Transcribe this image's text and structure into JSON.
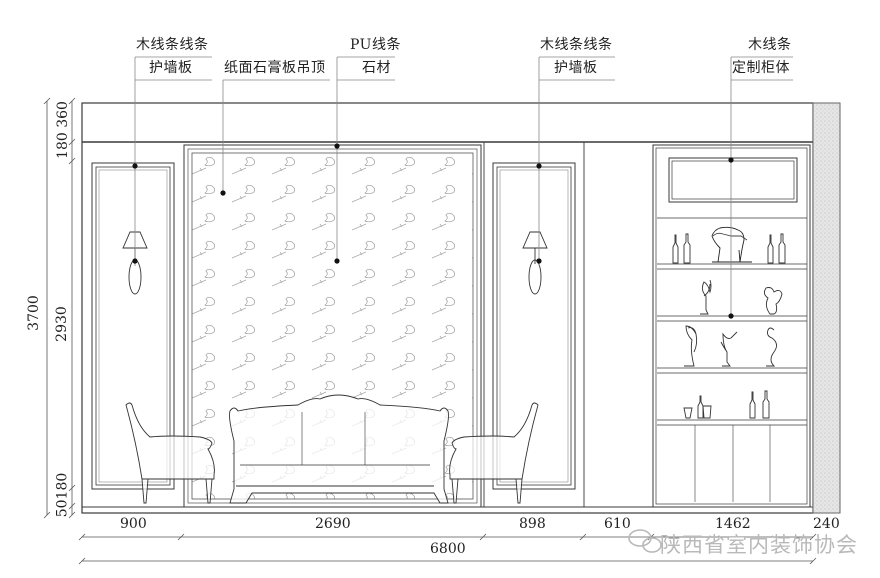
{
  "drawing": {
    "type": "interior wall elevation",
    "callouts": [
      {
        "id": "left-wainscot",
        "line1": "木线条线条",
        "line2": "护墙板"
      },
      {
        "id": "ceiling",
        "line1": "",
        "line2": "纸面石膏板吊顶"
      },
      {
        "id": "center-stone",
        "line1": "PU线条",
        "line2": "石材"
      },
      {
        "id": "right-wainscot",
        "line1": "木线条线条",
        "line2": "护墙板"
      },
      {
        "id": "cabinet",
        "line1": "木线条",
        "line2": "定制柜体"
      }
    ],
    "vertical_dimensions": {
      "total": "3700",
      "segments": [
        "360",
        "180",
        "2930",
        "180",
        "50"
      ],
      "top_label": "180 360",
      "bottom_label": "50180"
    },
    "horizontal_dimensions": {
      "segments": [
        "900",
        "2690",
        "898",
        "610",
        "1462",
        "240"
      ],
      "total": "6800"
    },
    "elements": {
      "sconce_count": 2,
      "armchair_count": 2,
      "sofa_count": 1,
      "cabinet_shelves": 4,
      "cabinet_lower_doors": 4
    }
  },
  "watermark": {
    "text": "陕西省室内装饰协会",
    "icon": "wechat-icon"
  },
  "colors": {
    "line": "#3a3a3a",
    "light_line": "#9a9a9a",
    "wall_hatch": "#d8d8d8",
    "watermark": "#b9b9b9"
  }
}
